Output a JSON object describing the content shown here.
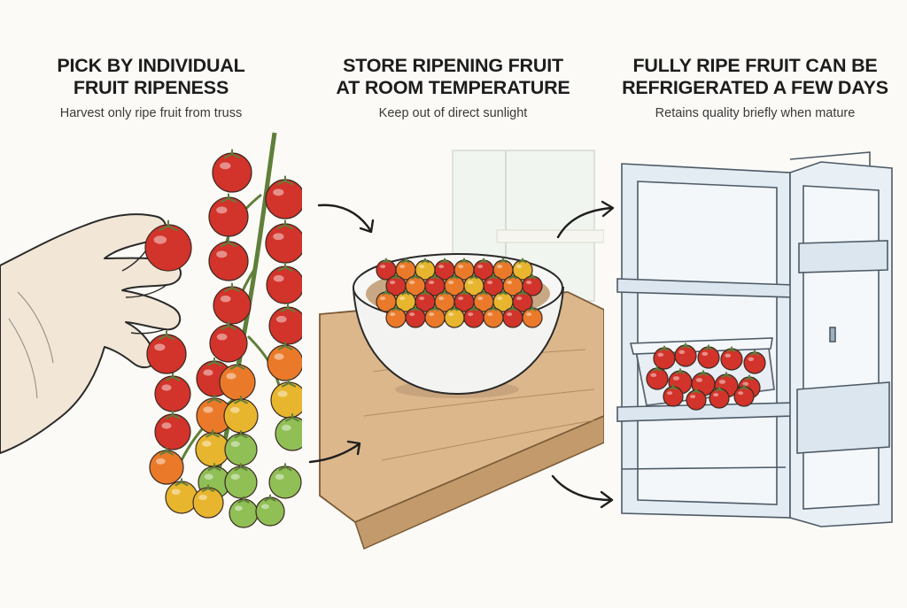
{
  "panels": [
    {
      "heading_lines": [
        "PICK BY INDIVIDUAL",
        "FRUIT RIPENESS"
      ],
      "caption": "Harvest only ripe fruit from truss"
    },
    {
      "heading_lines": [
        "STORE RIPENING FRUIT",
        "AT ROOM TEMPERATURE"
      ],
      "caption": "Keep out of direct sunlight"
    },
    {
      "heading_lines": [
        "FULLY RIPE FRUIT CAN BE",
        "REFRIGERATED A FEW DAYS"
      ],
      "caption": "Retains quality briefly when mature"
    }
  ],
  "colors": {
    "ripe_red": "#d2332a",
    "orange": "#ea7a2a",
    "yellow": "#e8b52e",
    "unripe_green": "#8fbf55",
    "stem_green": "#5f7f3a",
    "ink": "#2a2a2a",
    "wood": "#d9b48a",
    "fridge_blue": "#dfe9f1"
  },
  "icons": [
    "hand-icon",
    "tomato-truss-icon",
    "bowl-icon",
    "fridge-icon",
    "container-icon",
    "arrow-icon"
  ]
}
